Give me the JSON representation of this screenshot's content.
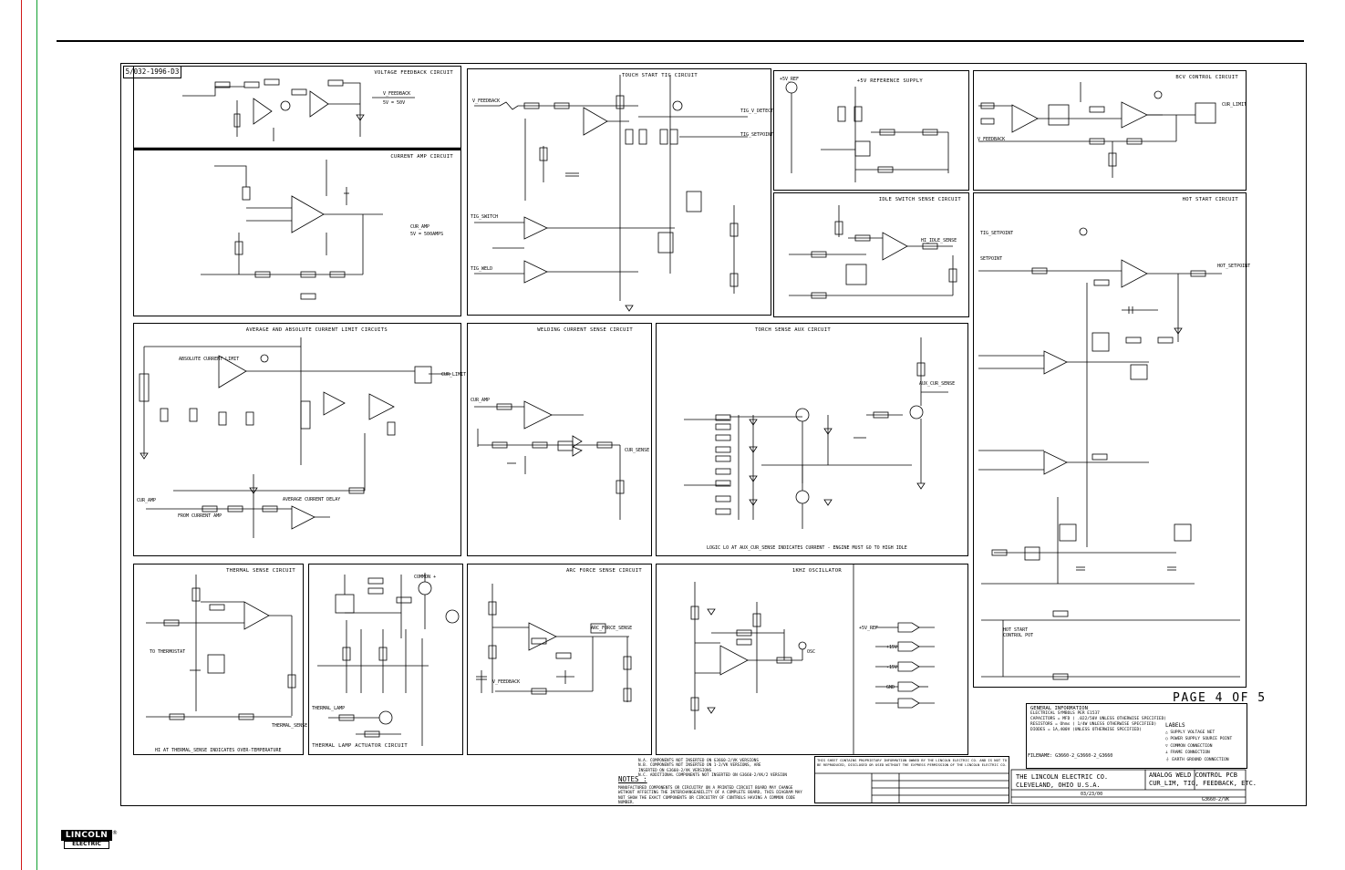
{
  "rev_label": "5/032-1996-D3",
  "panels": [
    {
      "id": "voltage-feedback",
      "title": "VOLTAGE FEEDBACK CIRCUIT",
      "labels": [
        "V_FEEDBACK",
        "5V = 50V"
      ]
    },
    {
      "id": "current-amp",
      "title": "CURRENT AMP CIRCUIT",
      "labels": [
        "CUR_AMP",
        "5V = 500AMPS"
      ]
    },
    {
      "id": "touch-start-tig",
      "title": "TOUCH START TIG CIRCUIT",
      "labels": [
        "V_FEEDBACK",
        "TIG_V_DETECT",
        "TIG_SETPOINT",
        "TIG_SWITCH",
        "TIG_WELD"
      ]
    },
    {
      "id": "ref-supply",
      "title": "+5V REFERENCE SUPPLY",
      "labels": [
        "+5V_REF"
      ]
    },
    {
      "id": "bcv-control",
      "title": "BCV CONTROL CIRCUIT",
      "labels": [
        "CUR_LIMIT",
        "V_FEEDBACK"
      ]
    },
    {
      "id": "idle-switch",
      "title": "IDLE SWITCH SENSE CIRCUIT",
      "labels": [
        "HI_IDLE_SENSE"
      ]
    },
    {
      "id": "hot-start",
      "title": "HOT START CIRCUIT",
      "labels": [
        "TIG_SETPOINT",
        "SETPOINT",
        "HOT_SETPOINT",
        "HOT START CONTROL POT"
      ]
    },
    {
      "id": "current-limit",
      "title": "AVERAGE AND ABSOLUTE CURRENT LIMIT CIRCUITS",
      "labels": [
        "ABSOLUTE CURRENT LIMIT",
        "AVERAGE CURRENT DELAY",
        "CUR_AMP",
        "FROM CURRENT AMP",
        "CUR_LIMIT"
      ]
    },
    {
      "id": "welding-current-sense",
      "title": "WELDING CURRENT SENSE CIRCUIT",
      "labels": [
        "CUR_AMP",
        "CUR_SENSE"
      ]
    },
    {
      "id": "torch-sense-aux",
      "title": "TORCH SENSE AUX CIRCUIT",
      "labels": [
        "AUX_CUR_SENSE",
        "LOGIC LO AT AUX_CUR_SENSE INDICATES CURRENT - ENGINE MUST GO TO HIGH IDLE"
      ]
    },
    {
      "id": "thermal-sense",
      "title": "THERMAL SENSE CIRCUIT",
      "labels": [
        "TO THERMOSTAT",
        "THERMAL_SENSE",
        "HI AT THERMAL_SENSE INDICATES OVER-TEMPERATURE"
      ]
    },
    {
      "id": "thermal-lamp",
      "title": "THERMAL LAMP ACTUATOR CIRCUIT",
      "labels": [
        "THERMAL_LAMP",
        "COMMON +"
      ]
    },
    {
      "id": "arc-force",
      "title": "ARC FORCE SENSE CIRCUIT",
      "labels": [
        "V_FEEDBACK",
        "ARC_FORCE_SENSE"
      ]
    },
    {
      "id": "oscillator",
      "title": "1KHZ OSCILLATOR",
      "labels": [
        "OSC",
        "+5V_REF",
        "+15V",
        "-15V",
        "GND"
      ]
    }
  ],
  "notes": {
    "header": "NOTES :",
    "lines": [
      "N.A.  COMPONENTS NOT INSERTED ON G3660-2/VK VERSIONS",
      "N.B.  COMPONENTS NOT INSERTED ON 1-2/VK VERSIONS, ARE",
      "      INSERTED ON G3660-2/VK VERSIONS",
      "N.C.  ADDITIONAL COMPONENTS NOT INSERTED ON G3660-2/VK/2 VERSION"
    ],
    "lower": [
      "MANUFACTURED COMPONENTS OR CIRCUITRY ON A PRINTED CIRCUIT BOARD MAY CHANGE",
      "WITHOUT AFFECTING THE INTERCHANGEABILITY OF A COMPLETE BOARD, THIS DIAGRAM MAY",
      "NOT SHOW THE EXACT COMPONENTS OR CIRCUITRY OF CONTROLS HAVING A COMMON CODE",
      "NUMBER."
    ]
  },
  "general_info": {
    "header": "GENERAL INFORMATION",
    "lines": [
      "ELECTRICAL SYMBOLS PER E1537",
      "CAPACITORS = MFD ( .022/50V UNLESS OTHERWISE SPECIFIED)",
      "RESISTORS = Ohms ( 1/4W UNLESS OTHERWISE SPECIFIED)",
      "DIODES = 1A,400V  (UNLESS OTHERWISE SPECIFIED)"
    ],
    "labels_header": "LABELS",
    "labels": [
      "SUPPLY VOLTAGE NET",
      "POWER SUPPLY SOURCE POINT",
      "COMMON CONNECTION",
      "FRAME CONNECTION",
      "EARTH GROUND CONNECTION"
    ],
    "filename": "FILENAME: G3660-2_G3660-2_G3660"
  },
  "page": "PAGE 4 OF 5",
  "title_block": {
    "company": [
      "THE LINCOLN ELECTRIC CO.",
      "CLEVELAND, OHIO U.S.A."
    ],
    "description": [
      "ANALOG WELD CONTROL PCB",
      "CUR_LIM, TIG, FEEDBACK, ETC."
    ],
    "date": "03/23/00",
    "drawing_no": "G3660-2/VK"
  },
  "proprietary": "THIS SHEET CONTAINS PROPRIETARY INFORMATION OWNED BY THE LINCOLN ELECTRIC CO. AND IS NOT TO BE REPRODUCED, DISCLOSED OR USED WITHOUT THE EXPRESS PERMISSION OF THE LINCOLN ELECTRIC CO.",
  "logo": {
    "top": "LINCOLN",
    "bottom": "ELECTRIC",
    "mark": "®"
  },
  "colors": {
    "red_line": "#d01818",
    "green_line": "#10a030",
    "ink": "#000000"
  }
}
